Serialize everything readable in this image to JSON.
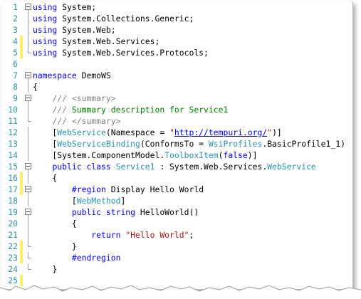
{
  "lines": [
    {
      "n": "1",
      "mark": "none",
      "fold": "start",
      "tokens": [
        {
          "c": "kw",
          "t": "using"
        },
        {
          "c": "",
          "t": " System;"
        }
      ]
    },
    {
      "n": "2",
      "mark": "none",
      "fold": "mid",
      "tokens": [
        {
          "c": "kw",
          "t": "using"
        },
        {
          "c": "",
          "t": " System.Collections.Generic;"
        }
      ]
    },
    {
      "n": "3",
      "mark": "none",
      "fold": "mid",
      "tokens": [
        {
          "c": "kw",
          "t": "using"
        },
        {
          "c": "",
          "t": " System.Web;"
        }
      ]
    },
    {
      "n": "4",
      "mark": "yellow",
      "fold": "mid",
      "tokens": [
        {
          "c": "kw",
          "t": "using"
        },
        {
          "c": "",
          "t": " System.Web.Services;"
        }
      ]
    },
    {
      "n": "5",
      "mark": "yellow",
      "fold": "end",
      "tokens": [
        {
          "c": "kw",
          "t": "using"
        },
        {
          "c": "",
          "t": " System.Web.Services.Protocols;"
        }
      ]
    },
    {
      "n": "6",
      "mark": "none",
      "fold": "none",
      "tokens": []
    },
    {
      "n": "7",
      "mark": "none",
      "fold": "start",
      "tokens": [
        {
          "c": "kw",
          "t": "namespace"
        },
        {
          "c": "",
          "t": " DemoWS"
        }
      ]
    },
    {
      "n": "8",
      "mark": "none",
      "fold": "mid",
      "tokens": [
        {
          "c": "",
          "t": "{"
        }
      ]
    },
    {
      "n": "9",
      "mark": "none",
      "fold": "start",
      "tokens": [
        {
          "c": "",
          "t": "    "
        },
        {
          "c": "cmg",
          "t": "/// <summary>"
        }
      ]
    },
    {
      "n": "10",
      "mark": "none",
      "fold": "mid",
      "tokens": [
        {
          "c": "",
          "t": "    "
        },
        {
          "c": "cmg",
          "t": "///"
        },
        {
          "c": "cm",
          "t": " Summary description for Service1"
        }
      ]
    },
    {
      "n": "11",
      "mark": "none",
      "fold": "end",
      "tokens": [
        {
          "c": "",
          "t": "    "
        },
        {
          "c": "cmg",
          "t": "/// </summary>"
        }
      ]
    },
    {
      "n": "12",
      "mark": "none",
      "fold": "mid",
      "tokens": [
        {
          "c": "",
          "t": "    ["
        },
        {
          "c": "ty",
          "t": "WebService"
        },
        {
          "c": "",
          "t": "(Namespace = "
        },
        {
          "c": "st",
          "t": "\""
        },
        {
          "c": "url",
          "t": "http://tempuri.org/"
        },
        {
          "c": "st",
          "t": "\""
        },
        {
          "c": "",
          "t": ")]"
        }
      ]
    },
    {
      "n": "13",
      "mark": "none",
      "fold": "mid",
      "tokens": [
        {
          "c": "",
          "t": "    ["
        },
        {
          "c": "ty",
          "t": "WebServiceBinding"
        },
        {
          "c": "",
          "t": "(ConformsTo = "
        },
        {
          "c": "ty",
          "t": "WsiProfiles"
        },
        {
          "c": "",
          "t": ".BasicProfile1_1)"
        }
      ]
    },
    {
      "n": "14",
      "mark": "none",
      "fold": "mid",
      "tokens": [
        {
          "c": "",
          "t": "    [System.ComponentModel."
        },
        {
          "c": "ty",
          "t": "ToolboxItem"
        },
        {
          "c": "",
          "t": "("
        },
        {
          "c": "kw",
          "t": "false"
        },
        {
          "c": "",
          "t": ")]"
        }
      ]
    },
    {
      "n": "15",
      "mark": "none",
      "fold": "start",
      "tokens": [
        {
          "c": "",
          "t": "    "
        },
        {
          "c": "kw",
          "t": "public class"
        },
        {
          "c": "",
          "t": " "
        },
        {
          "c": "ty",
          "t": "Service1"
        },
        {
          "c": "",
          "t": " : System.Web.Services."
        },
        {
          "c": "ty",
          "t": "WebService"
        }
      ]
    },
    {
      "n": "16",
      "mark": "yellow",
      "fold": "mid",
      "tokens": [
        {
          "c": "",
          "t": "    {"
        }
      ]
    },
    {
      "n": "17",
      "mark": "yellow",
      "fold": "start",
      "tokens": [
        {
          "c": "",
          "t": "        "
        },
        {
          "c": "kw",
          "t": "#region"
        },
        {
          "c": "",
          "t": " Display Hello World"
        }
      ]
    },
    {
      "n": "18",
      "mark": "none",
      "fold": "mid",
      "tokens": [
        {
          "c": "",
          "t": "        ["
        },
        {
          "c": "ty",
          "t": "WebMethod"
        },
        {
          "c": "",
          "t": "]"
        }
      ]
    },
    {
      "n": "19",
      "mark": "none",
      "fold": "start",
      "tokens": [
        {
          "c": "",
          "t": "        "
        },
        {
          "c": "kw",
          "t": "public string"
        },
        {
          "c": "",
          "t": " HelloWorld()"
        }
      ]
    },
    {
      "n": "20",
      "mark": "none",
      "fold": "mid",
      "tokens": [
        {
          "c": "",
          "t": "        {"
        }
      ]
    },
    {
      "n": "21",
      "mark": "none",
      "fold": "mid",
      "tokens": [
        {
          "c": "",
          "t": "            "
        },
        {
          "c": "kw",
          "t": "return"
        },
        {
          "c": "",
          "t": " "
        },
        {
          "c": "st",
          "t": "\"Hello World\""
        },
        {
          "c": "",
          "t": ";"
        }
      ]
    },
    {
      "n": "22",
      "mark": "yellow",
      "fold": "end",
      "tokens": [
        {
          "c": "",
          "t": "        }"
        }
      ]
    },
    {
      "n": "23",
      "mark": "yellow",
      "fold": "end",
      "tokens": [
        {
          "c": "",
          "t": "        "
        },
        {
          "c": "kw",
          "t": "#endregion"
        }
      ]
    },
    {
      "n": "24",
      "mark": "none",
      "fold": "end",
      "tokens": [
        {
          "c": "",
          "t": "    }"
        }
      ]
    },
    {
      "n": "25",
      "mark": "yellow",
      "fold": "none",
      "tokens": []
    }
  ],
  "colors": {
    "keyword": "#0000ff",
    "comment": "#008000",
    "doc_comment": "#808080",
    "type": "#2b91af",
    "string": "#a31515",
    "line_number": "#2b91af",
    "change_marker": "#ffee62"
  }
}
